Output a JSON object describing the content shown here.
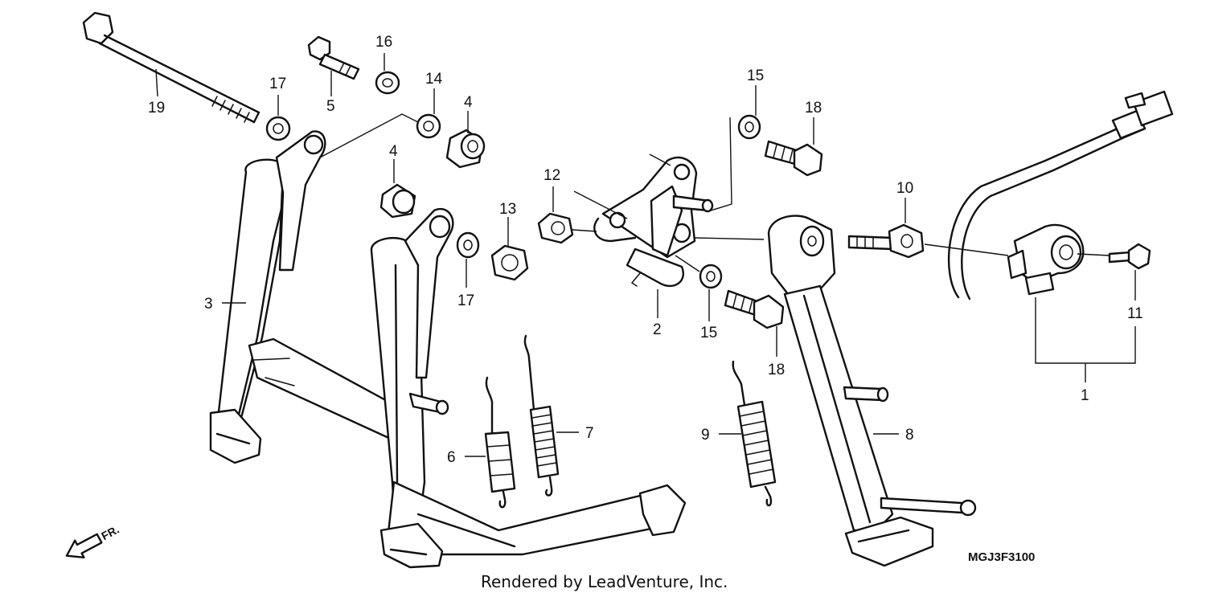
{
  "callouts": [
    {
      "id": "c1",
      "label": "1"
    },
    {
      "id": "c2",
      "label": "2"
    },
    {
      "id": "c3",
      "label": "3"
    },
    {
      "id": "c4a",
      "label": "4"
    },
    {
      "id": "c4b",
      "label": "4"
    },
    {
      "id": "c5",
      "label": "5"
    },
    {
      "id": "c6",
      "label": "6"
    },
    {
      "id": "c7",
      "label": "7"
    },
    {
      "id": "c8",
      "label": "8"
    },
    {
      "id": "c9",
      "label": "9"
    },
    {
      "id": "c10",
      "label": "10"
    },
    {
      "id": "c11",
      "label": "11"
    },
    {
      "id": "c12",
      "label": "12"
    },
    {
      "id": "c13",
      "label": "13"
    },
    {
      "id": "c14",
      "label": "14"
    },
    {
      "id": "c15a",
      "label": "15"
    },
    {
      "id": "c15b",
      "label": "15"
    },
    {
      "id": "c16",
      "label": "16"
    },
    {
      "id": "c17a",
      "label": "17"
    },
    {
      "id": "c17b",
      "label": "17"
    },
    {
      "id": "c18a",
      "label": "18"
    },
    {
      "id": "c18b",
      "label": "18"
    },
    {
      "id": "c19",
      "label": "19"
    }
  ],
  "direction_label": "FR.",
  "diagram_code": "MGJ3F3100",
  "footer_credit": "Rendered by LeadVenture, Inc."
}
